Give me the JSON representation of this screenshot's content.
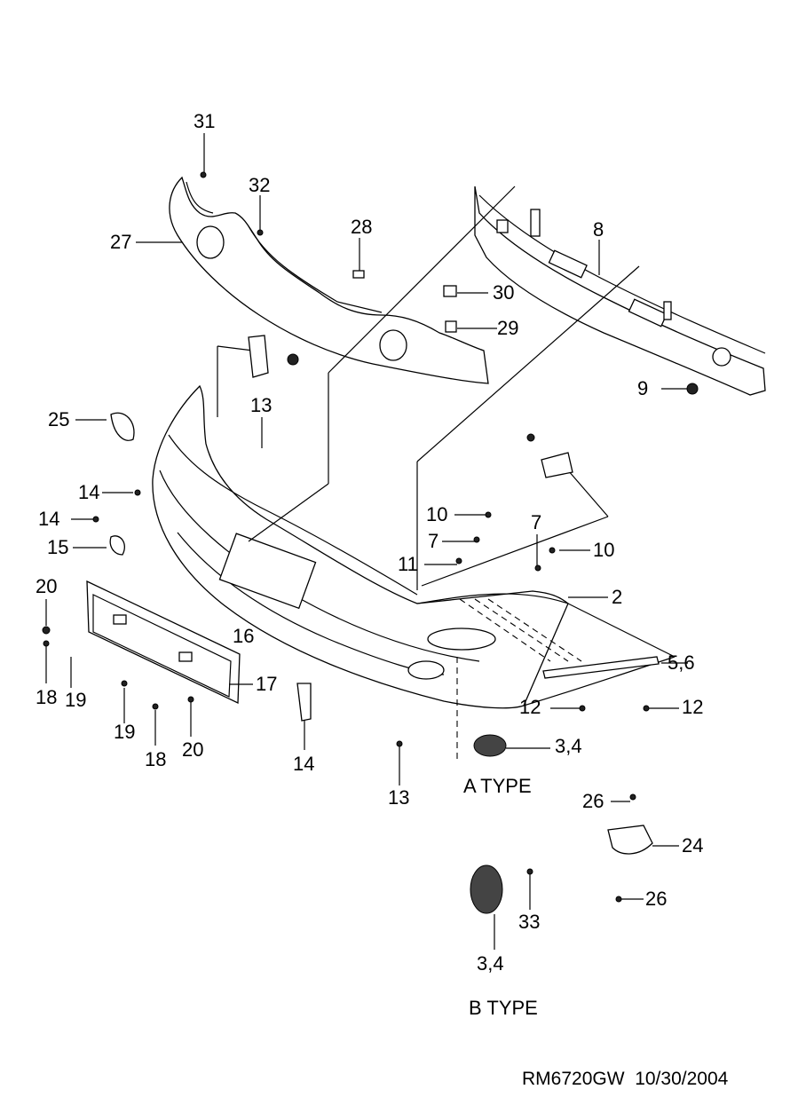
{
  "diagram": {
    "title_code": "RM6720GW",
    "date": "10/30/2004",
    "variants": {
      "a_type": "A TYPE",
      "b_type": "B TYPE"
    },
    "callouts": {
      "c31": "31",
      "c32": "32",
      "c28": "28",
      "c27": "27",
      "c30": "30",
      "c29": "29",
      "c8": "8",
      "c9": "9",
      "c25": "25",
      "c13_top": "13",
      "c14_a": "14",
      "c14_b": "14",
      "c15": "15",
      "c10_a": "10",
      "c7_a": "7",
      "c7_b": "7",
      "c11": "11",
      "c10_b": "10",
      "c2": "2",
      "c20_a": "20",
      "c16": "16",
      "c18_a": "18",
      "c19_a": "19",
      "c17": "17",
      "c19_b": "19",
      "c18_b": "18",
      "c20_b": "20",
      "c14_c": "14",
      "c13_bottom": "13",
      "c5_6": "5,6",
      "c12_a": "12",
      "c12_b": "12",
      "c3_4_a": "3,4",
      "c26_a": "26",
      "c24": "24",
      "c26_b": "26",
      "c33": "33",
      "c3_4_b": "3,4"
    }
  }
}
